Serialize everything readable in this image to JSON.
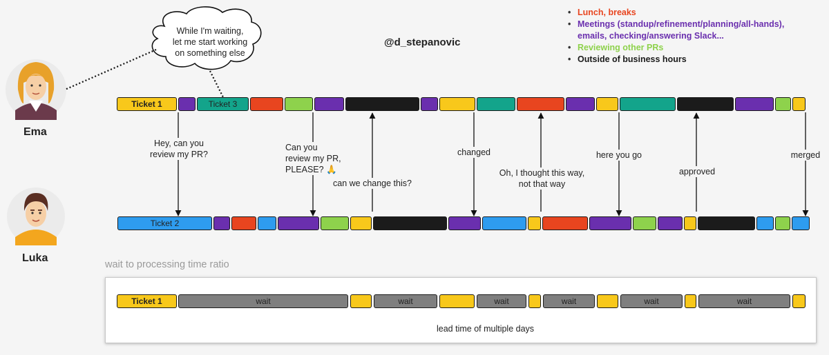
{
  "people": {
    "ema": {
      "name": "Ema"
    },
    "luka": {
      "name": "Luka"
    }
  },
  "thought_bubble": {
    "lines": [
      "While I'm waiting,",
      "let me start working",
      "on something else"
    ]
  },
  "author": "@d_stepanovic",
  "legend": {
    "items": [
      {
        "text": "Lunch, breaks",
        "color": "#e8451f"
      },
      {
        "text": "Meetings (standup/refinement/planning/all-hands),",
        "color": "#6a2fae"
      },
      {
        "text": "emails, checking/answering Slack...",
        "color": "#6a2fae"
      },
      {
        "text": "Reviewing other PRs",
        "color": "#8ed24c"
      },
      {
        "text": "Outside of business hours",
        "color": "#1b1b1b"
      }
    ]
  },
  "ema_timeline": [
    {
      "color": "yellow",
      "label": "Ticket 1",
      "bold": true
    },
    {
      "color": "purple",
      "label": ""
    },
    {
      "color": "teal",
      "label": "Ticket 3"
    },
    {
      "color": "red",
      "label": ""
    },
    {
      "color": "green",
      "label": ""
    },
    {
      "color": "purple",
      "label": ""
    },
    {
      "color": "black",
      "label": ""
    },
    {
      "color": "purple",
      "label": ""
    },
    {
      "color": "yellow",
      "label": ""
    },
    {
      "color": "teal",
      "label": ""
    },
    {
      "color": "red",
      "label": ""
    },
    {
      "color": "purple",
      "label": ""
    },
    {
      "color": "yellow",
      "label": ""
    },
    {
      "color": "teal",
      "label": ""
    },
    {
      "color": "black",
      "label": ""
    },
    {
      "color": "purple",
      "label": ""
    },
    {
      "color": "green",
      "label": ""
    },
    {
      "color": "yellow",
      "label": ""
    }
  ],
  "luka_timeline": [
    {
      "color": "blue",
      "label": "Ticket 2"
    },
    {
      "color": "purple",
      "label": ""
    },
    {
      "color": "red",
      "label": ""
    },
    {
      "color": "blue",
      "label": ""
    },
    {
      "color": "purple",
      "label": ""
    },
    {
      "color": "green",
      "label": ""
    },
    {
      "color": "yellow",
      "label": ""
    },
    {
      "color": "black",
      "label": ""
    },
    {
      "color": "purple",
      "label": ""
    },
    {
      "color": "blue",
      "label": ""
    },
    {
      "color": "yellow",
      "label": ""
    },
    {
      "color": "red",
      "label": ""
    },
    {
      "color": "purple",
      "label": ""
    },
    {
      "color": "green",
      "label": ""
    },
    {
      "color": "purple",
      "label": ""
    },
    {
      "color": "yellow",
      "label": ""
    },
    {
      "color": "black",
      "label": ""
    },
    {
      "color": "blue",
      "label": ""
    },
    {
      "color": "green",
      "label": ""
    },
    {
      "color": "blue",
      "label": ""
    }
  ],
  "messages": [
    {
      "lines": [
        "Hey, can you",
        "review my PR?"
      ],
      "direction": "down"
    },
    {
      "lines": [
        "Can you",
        "review my PR,",
        "PLEASE? 🙏"
      ],
      "direction": "down"
    },
    {
      "lines": [
        "can we change this?"
      ],
      "direction": "up"
    },
    {
      "lines": [
        "changed"
      ],
      "direction": "down"
    },
    {
      "lines": [
        "Oh, I thought this way,",
        "not that way"
      ],
      "direction": "up"
    },
    {
      "lines": [
        "here you go"
      ],
      "direction": "down"
    },
    {
      "lines": [
        "approved"
      ],
      "direction": "up"
    },
    {
      "lines": [
        "merged"
      ],
      "direction": "down"
    }
  ],
  "ratio": {
    "title": "wait to processing time ratio",
    "timeline": [
      {
        "color": "yellow",
        "label": "Ticket 1",
        "bold": true
      },
      {
        "color": "gray",
        "label": "wait"
      },
      {
        "color": "yellow",
        "label": ""
      },
      {
        "color": "gray",
        "label": "wait"
      },
      {
        "color": "yellow",
        "label": ""
      },
      {
        "color": "gray",
        "label": "wait"
      },
      {
        "color": "yellow",
        "label": ""
      },
      {
        "color": "gray",
        "label": "wait"
      },
      {
        "color": "yellow",
        "label": ""
      },
      {
        "color": "gray",
        "label": "wait"
      },
      {
        "color": "yellow",
        "label": ""
      },
      {
        "color": "gray",
        "label": "wait"
      },
      {
        "color": "yellow",
        "label": ""
      }
    ],
    "lead_time_label": "lead time of multiple days"
  }
}
